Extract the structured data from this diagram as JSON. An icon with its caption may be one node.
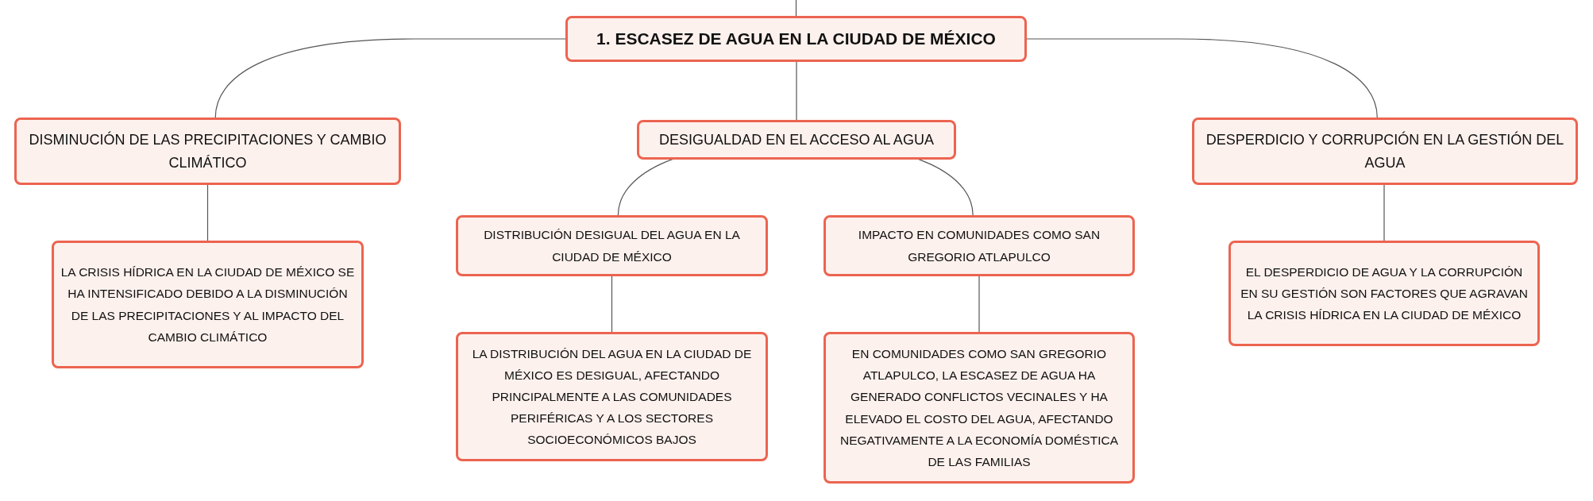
{
  "diagram": {
    "nodes": [
      {
        "text": [
          "1. ESCASEZ DE AGUA EN LA CIUDAD DE MÉXICO"
        ]
      },
      {
        "text": [
          "DISMINUCIÓN DE LAS PRECIPITACIONES Y CAMBIO CLIMÁTICO"
        ]
      },
      {
        "text": [
          "DESIGUALDAD EN EL ACCESO AL AGUA"
        ]
      },
      {
        "text": [
          "DESPERDICIO Y CORRUPCIÓN EN LA GESTIÓN DEL AGUA"
        ]
      },
      {
        "text": [
          "LA CRISIS HÍDRICA EN LA CIUDAD DE MÉXICO SE HA INTENSIFICADO DEBIDO A LA DISMINUCIÓN DE LAS PRECIPITACIONES Y AL IMPACTO DEL CAMBIO CLIMÁTICO"
        ]
      },
      {
        "text": [
          "DISTRIBUCIÓN DESIGUAL DEL AGUA EN LA CIUDAD DE MÉXICO"
        ]
      },
      {
        "text": [
          "IMPACTO EN COMUNIDADES COMO SAN GREGORIO ATLAPULCO"
        ]
      },
      {
        "text": [
          "LA DISTRIBUCIÓN DEL AGUA EN LA CIUDAD DE MÉXICO ES DESIGUAL, AFECTANDO PRINCIPALMENTE A LAS COMUNIDADES PERIFÉRICAS Y A LOS SECTORES SOCIOECONÓMICOS BAJOS"
        ]
      },
      {
        "text": [
          "EN COMUNIDADES COMO SAN GREGORIO ATLAPULCO, LA ESCASEZ DE AGUA HA GENERADO CONFLICTOS VECINALES Y HA ELEVADO EL COSTO DEL AGUA, AFECTANDO NEGATIVAMENTE A LA ECONOMÍA DOMÉSTICA DE LAS FAMILIAS"
        ]
      },
      {
        "text": [
          "EL DESPERDICIO DE AGUA Y LA CORRUPCIÓN EN SU GESTIÓN SON FACTORES QUE AGRAVAN LA CRISIS HÍDRICA EN LA CIUDAD DE MÉXICO"
        ]
      }
    ],
    "edges": [
      {
        "from": null,
        "to": 0,
        "arrow": "none"
      },
      {
        "from": 0,
        "to": 1,
        "arrow": "none"
      },
      {
        "from": 0,
        "to": 2,
        "arrow": "none"
      },
      {
        "from": 0,
        "to": 3,
        "arrow": "none"
      },
      {
        "from": 1,
        "to": 4,
        "arrow": "none"
      },
      {
        "from": 2,
        "to": 5,
        "arrow": "none"
      },
      {
        "from": 2,
        "to": 6,
        "arrow": "none"
      },
      {
        "from": 5,
        "to": 7,
        "arrow": "none"
      },
      {
        "from": 6,
        "to": 8,
        "arrow": "none"
      },
      {
        "from": 3,
        "to": 9,
        "arrow": "none"
      }
    ]
  }
}
